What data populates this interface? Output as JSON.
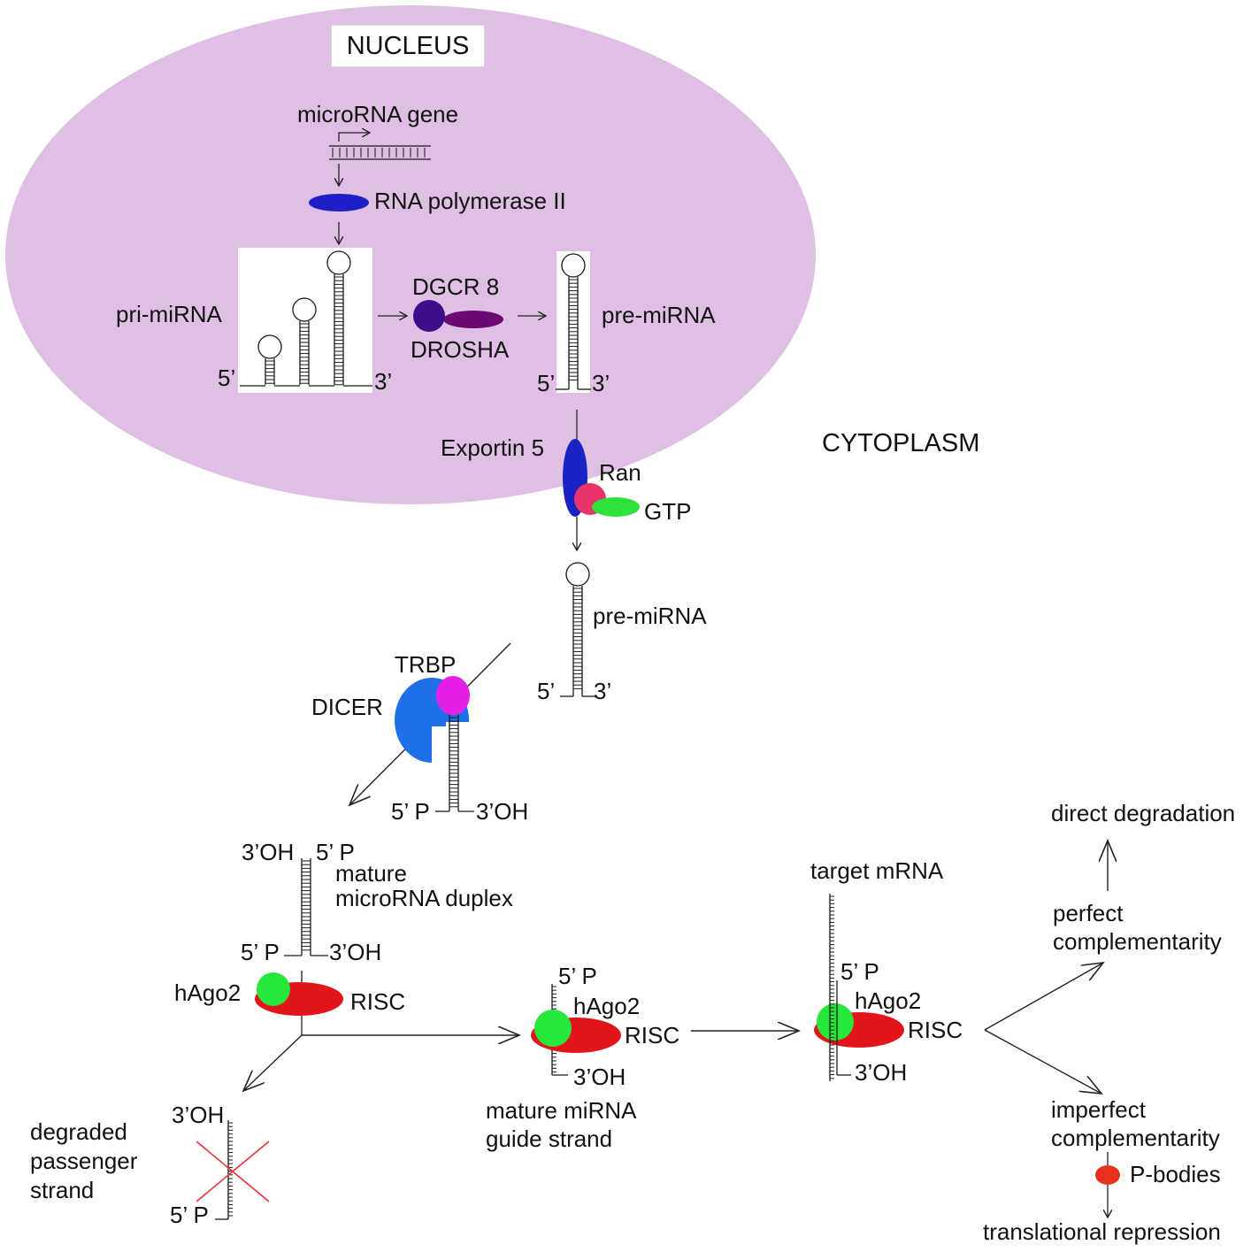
{
  "compartments": {
    "nucleus": "NUCLEUS",
    "cytoplasm": "CYTOPLASM"
  },
  "nucleus": {
    "gene": "microRNA gene",
    "polymerase": "RNA polymerase II",
    "pri_mirna": "pri-miRNA",
    "pri_5prime": "5’",
    "pri_3prime": "3’",
    "dgcr8": "DGCR 8",
    "drosha": "DROSHA",
    "pre_mirna": "pre-miRNA",
    "pre_5prime": "5’",
    "pre_3prime": "3’"
  },
  "export": {
    "exportin": "Exportin 5",
    "ran": "Ran",
    "gtp": "GTP"
  },
  "cytoplasm": {
    "pre_mirna": "pre-miRNA",
    "pre_5prime": "5’",
    "pre_3prime": "3’",
    "trbp": "TRBP",
    "dicer": "DICER",
    "dicer_5p": "5’ P",
    "dicer_3oh": "3’OH",
    "duplex_3oh_top": "3’OH",
    "duplex_5p_top": "5’ P",
    "duplex_label_1": "mature",
    "duplex_label_2": "microRNA duplex",
    "duplex_5p_bottom": "5’ P",
    "duplex_3oh_bottom": "3’OH",
    "hago2_1": "hAgo2",
    "risc_1": "RISC",
    "passenger_3oh": "3’OH",
    "passenger_5p": "5’ P",
    "passenger_1": "degraded",
    "passenger_2": "passenger",
    "passenger_3": "strand",
    "guide_5p": "5’ P",
    "guide_hago2": "hAgo2",
    "guide_risc": "RISC",
    "guide_3oh": "3’OH",
    "guide_1": "mature miRNA",
    "guide_2": "guide strand",
    "target": "target mRNA",
    "target_5p": "5’ P",
    "target_hago2": "hAgo2",
    "target_risc": "RISC",
    "target_3oh": "3’OH",
    "direct_degradation": "direct degradation",
    "perfect_1": "perfect",
    "perfect_2": "complementarity",
    "imperfect_1": "imperfect",
    "imperfect_2": "complementarity",
    "p_bodies": "P-bodies",
    "translational_repression": "translational repression"
  },
  "colors": {
    "nucleus_fill": "#dfbfe3",
    "polymerase": "#1f1fc9",
    "dgcr8": "#3a0d8c",
    "drosha": "#6a0a72",
    "exportin": "#1a23c4",
    "ran": "#e8336b",
    "gtp": "#2fe23a",
    "dicer": "#1f6fe8",
    "trbp": "#e61fe6",
    "hago2": "#27e83a",
    "risc": "#e4141b",
    "degradation_cross": "#e8323a",
    "p_bodies": "#e8321e"
  }
}
